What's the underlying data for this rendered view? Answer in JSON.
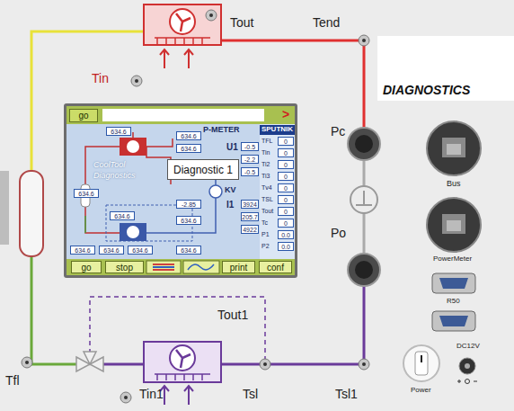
{
  "diagram": {
    "nodes": [
      {
        "text": [
          "go"
        ]
      },
      {
        "text": [
          "634.6"
        ]
      },
      {
        "text": [
          "634.6"
        ]
      },
      {
        "text": [
          "634.6"
        ]
      },
      {
        "text": [
          "634.6"
        ]
      },
      {
        "text": [
          "-0.5"
        ]
      },
      {
        "text": [
          "-2.2"
        ]
      },
      {
        "text": [
          "-0.5"
        ]
      },
      {
        "text": [
          "-2.85"
        ]
      },
      {
        "text": [
          "3924"
        ]
      },
      {
        "text": [
          "205.7"
        ]
      },
      {
        "text": [
          "4922"
        ]
      },
      {
        "text": [
          "634.6"
        ]
      },
      {
        "text": [
          "634.6"
        ]
      },
      {
        "text": [
          "634.6"
        ]
      },
      {
        "text": [
          "634.6"
        ]
      },
      {
        "text": [
          "634.6"
        ]
      },
      {
        "text": [
          "634.6"
        ]
      },
      {
        "text": [
          "Diagnostic 1"
        ]
      },
      {
        "text": [
          "go"
        ]
      },
      {
        "text": [
          "stop"
        ]
      },
      {
        "text": [
          "print"
        ]
      },
      {
        "text": [
          "conf"
        ]
      },
      {
        "text": [
          "DIAGNOSTICS"
        ]
      },
      {
        "text": [
          "0"
        ]
      },
      {
        "text": [
          "0"
        ]
      },
      {
        "text": [
          "0"
        ]
      },
      {
        "text": [
          "0"
        ]
      },
      {
        "text": [
          "0"
        ]
      },
      {
        "text": [
          "0"
        ]
      },
      {
        "text": [
          "0"
        ]
      },
      {
        "text": [
          "0"
        ]
      },
      {
        "text": [
          "0.0"
        ]
      },
      {
        "text": [
          "0.0"
        ]
      }
    ],
    "labels": [
      "Tout",
      "Tend",
      "Tin",
      "Pc",
      "Po",
      "Tout1",
      "Tfl",
      "Tin1",
      "Tsl",
      "Tsl1",
      ">",
      "P-METER",
      "SPUTNIK",
      "U1",
      "KV",
      "I1",
      "CoolTool Diagnostics",
      "TFL",
      "Tin",
      "Ti2",
      "Ti3",
      "Tv4",
      "TSL",
      "Tout",
      "Tc",
      "P1",
      "P2",
      "Bus",
      "PowerMeter",
      "R50",
      "Power",
      "DC12V"
    ]
  }
}
